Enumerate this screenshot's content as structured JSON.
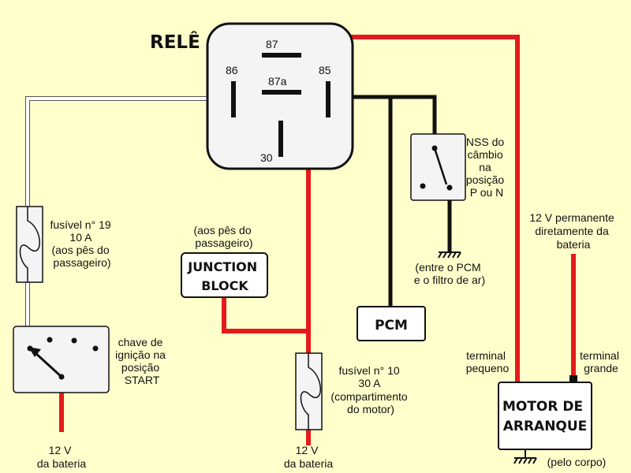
{
  "colors": {
    "background": "#ffffcc",
    "wire_red": "#e31b1b",
    "wire_black": "#111111",
    "wire_white": "#ffffff",
    "box_fill": "#f4f4f4"
  },
  "relay": {
    "title": "RELÊ",
    "pin_87": "87",
    "pin_86": "86",
    "pin_87a": "87a",
    "pin_85": "85",
    "pin_30": "30"
  },
  "fuse19": {
    "line1": "fusível n° 19",
    "line2": "10 A",
    "line3": "(aos pês do",
    "line4": "passageiro)"
  },
  "ignition": {
    "line1": "chave de",
    "line2": "ignição na",
    "line3": "posição",
    "line4": "START"
  },
  "battery_left": {
    "line1": "12 V",
    "line2": "da bateria"
  },
  "junction": {
    "note1": "(aos pês do",
    "note2": "passageiro)",
    "label1": "JUNCTION",
    "label2": "BLOCK"
  },
  "fuse10": {
    "line1": "fusível n° 10",
    "line2": "30 A",
    "line3": "(compartimento",
    "line4": "do motor)"
  },
  "battery_mid": {
    "line1": "12 V",
    "line2": "da bateria"
  },
  "pcm": {
    "label": "PCM"
  },
  "nss": {
    "line1": "NSS do",
    "line2": "câmbio",
    "line3": "na",
    "line4": "posição",
    "line5": "P ou N"
  },
  "ground_pcm": {
    "line1": "(entre o PCM",
    "line2": "e o filtro de ar)"
  },
  "permanent": {
    "line1": "12 V permanente",
    "line2": "diretamente da",
    "line3": "bateria"
  },
  "terminal_small": {
    "line1": "terminal",
    "line2": "pequeno"
  },
  "terminal_large": {
    "line1": "terminal",
    "line2": "grande"
  },
  "motor": {
    "line1": "MOTOR DE",
    "line2": "ARRANQUE"
  },
  "ground_body": {
    "label": "(pelo corpo)"
  }
}
